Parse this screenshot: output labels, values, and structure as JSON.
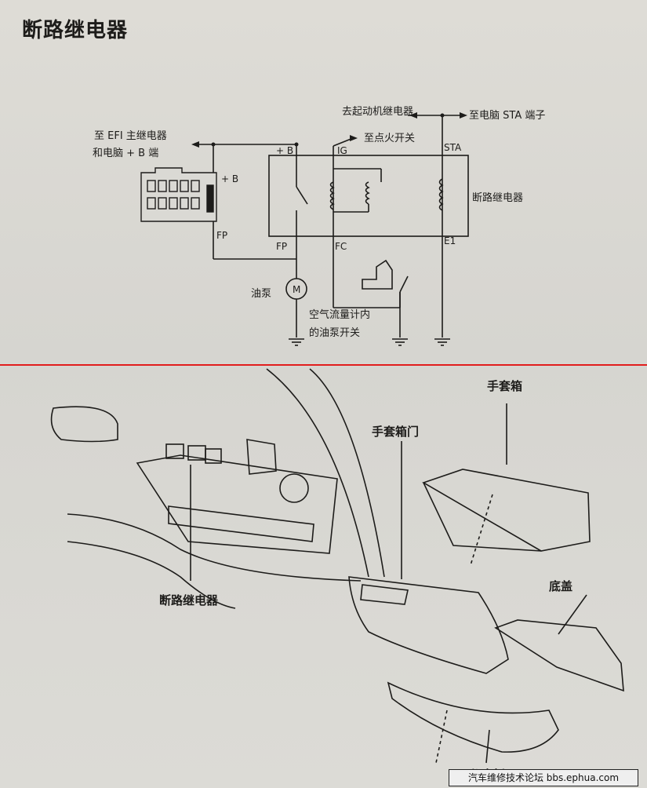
{
  "title": "断路继电器",
  "circuit": {
    "to_efi": "至 EFI 主继电器",
    "to_ecu_b": "和电脑 + B 端",
    "to_starter": "去起动机继电器",
    "to_ecu_sta": "至电脑 STA 端子",
    "to_ignition": "至点火开关",
    "relay_name": "断路继电器",
    "fuel_pump": "油泵",
    "motor_symbol": "M",
    "afm_line1": "空气流量计内",
    "afm_line2": "的油泵开关",
    "terminals": {
      "plus_b_top": "+ B",
      "plus_b_conn": "+ B",
      "ig": "IG",
      "sta": "STA",
      "fp_conn": "FP",
      "fp": "FP",
      "fc": "FC",
      "e1": "E1"
    }
  },
  "install": {
    "glove_box": "手套箱",
    "glove_box_door": "手套箱门",
    "bottom_cover": "底盖",
    "relay_label": "断路继电器",
    "lower_panel": "下仪表板"
  },
  "watermark": "汽车维修技术论坛 bbs.ephua.com",
  "colors": {
    "divider": "#e11d1d",
    "ink": "#1d1c1a",
    "paper": "#d9d8d3"
  }
}
